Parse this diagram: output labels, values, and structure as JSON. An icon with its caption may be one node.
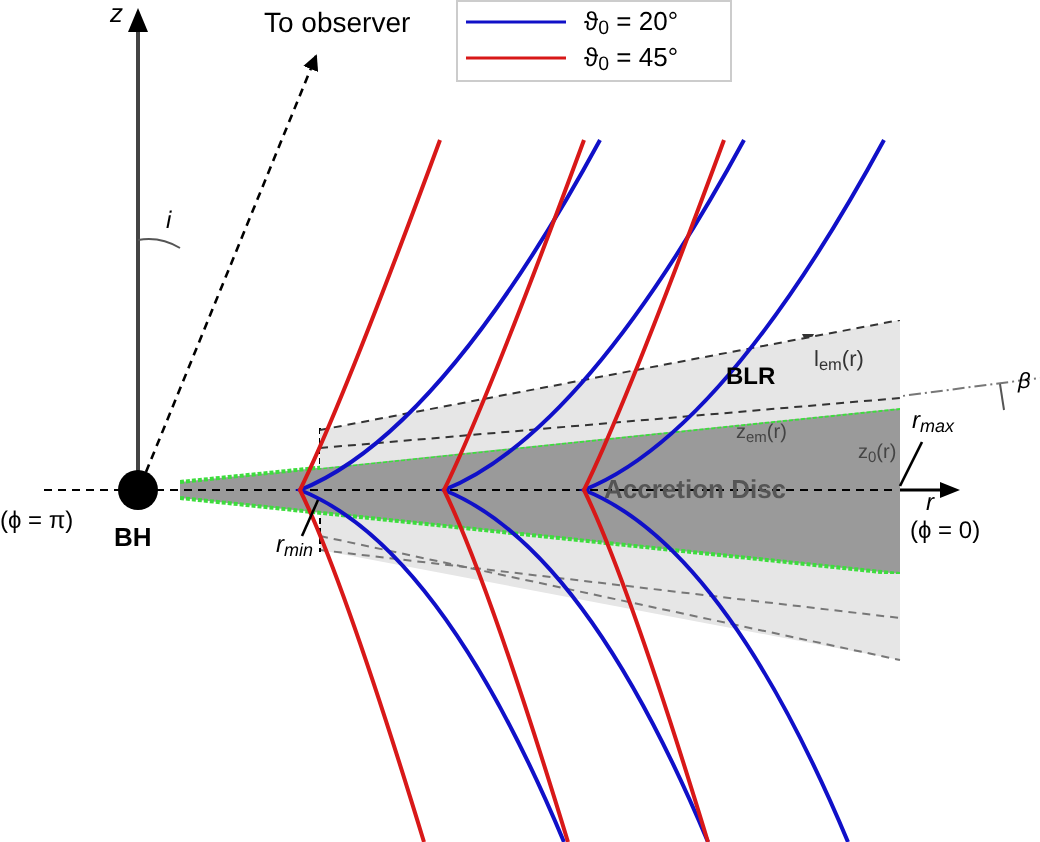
{
  "diagram": {
    "nodes": [
      {
        "text": [],
        "shape": "circle",
        "beside": [
          "BH"
        ]
      },
      {
        "text": [
          "To observer"
        ]
      },
      {
        "text": [
          "Accretion Disc"
        ]
      },
      {
        "text": [
          "BLR"
        ]
      },
      {
        "text": [
          "r$_{min}$"
        ]
      },
      {
        "text": [
          "r$_{max}$"
        ]
      }
    ],
    "edges": [
      {
        "from": 0,
        "to": 1,
        "arrow": "to",
        "style": "dashed"
      },
      {
        "from": 4,
        "to": 2,
        "arrow": "none"
      },
      {
        "from": 5,
        "to": 2,
        "arrow": "none"
      }
    ],
    "labels": [
      "z",
      "i",
      "(ϕ = π)",
      "l$_{em}$(r)",
      "β",
      "z$_{em}$(r)",
      "z$_{0}$(r)",
      "r",
      "(ϕ = 0)"
    ],
    "legend": [
      {
        "text": "ϑ$_{0}$ =  20°"
      },
      {
        "text": "ϑ$_{0}$ =  45°"
      }
    ]
  }
}
